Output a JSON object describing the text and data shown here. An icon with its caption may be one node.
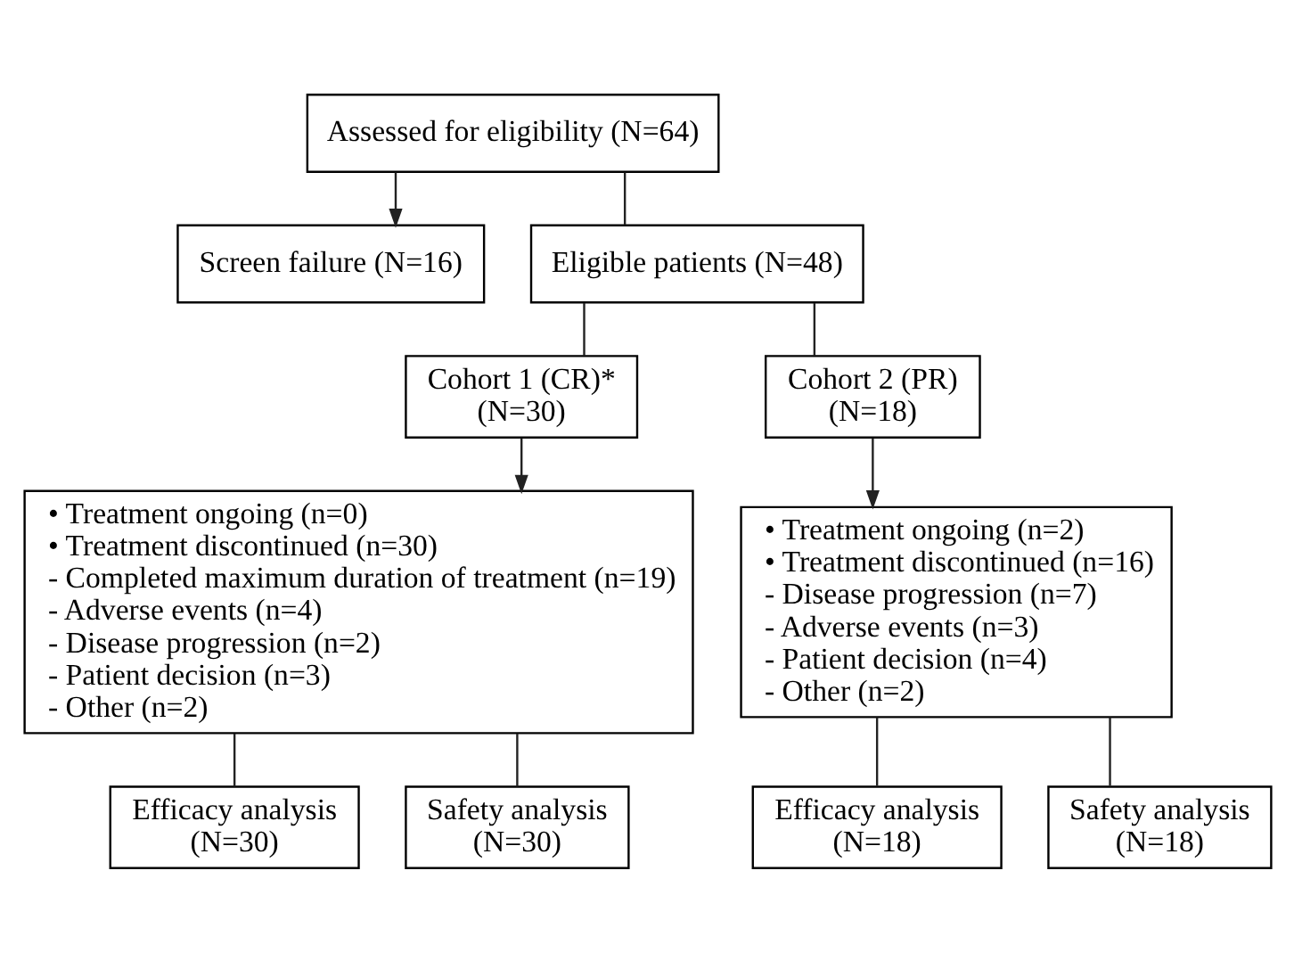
{
  "diagram": {
    "nodes": [
      {
        "text": [
          "Assessed for eligibility (N=64)"
        ]
      },
      {
        "text": [
          "Screen failure (N=16)"
        ]
      },
      {
        "text": [
          "Eligible patients (N=48)"
        ]
      },
      {
        "text": [
          "Cohort 1 (CR)*",
          "(N=30)"
        ]
      },
      {
        "text": [
          "Cohort 2 (PR)",
          "(N=18)"
        ]
      },
      {
        "text": [
          "• Treatment ongoing (n=0)",
          "• Treatment discontinued (n=30)",
          "- Completed maximum duration of treatment (n=19)",
          "- Adverse events (n=4)",
          "- Disease progression (n=2)",
          "- Patient decision (n=3)",
          "- Other (n=2)"
        ]
      },
      {
        "text": [
          "• Treatment ongoing (n=2)",
          "• Treatment discontinued (n=16)",
          "- Disease progression (n=7)",
          "- Adverse events (n=3)",
          "- Patient decision (n=4)",
          "- Other (n=2)"
        ]
      },
      {
        "text": [
          "Efficacy analysis",
          "(N=30)"
        ]
      },
      {
        "text": [
          "Safety analysis",
          "(N=30)"
        ]
      },
      {
        "text": [
          "Efficacy analysis",
          "(N=18)"
        ]
      },
      {
        "text": [
          "Safety analysis",
          "(N=18)"
        ]
      }
    ],
    "edges": [
      {
        "from": 0,
        "to": 1,
        "arrow": "to"
      },
      {
        "from": 0,
        "to": 2,
        "arrow": "none"
      },
      {
        "from": 2,
        "to": 3,
        "arrow": "none"
      },
      {
        "from": 2,
        "to": 4,
        "arrow": "none"
      },
      {
        "from": 3,
        "to": 5,
        "arrow": "to"
      },
      {
        "from": 4,
        "to": 6,
        "arrow": "to"
      },
      {
        "from": 5,
        "to": 7,
        "arrow": "none"
      },
      {
        "from": 5,
        "to": 8,
        "arrow": "none"
      },
      {
        "from": 6,
        "to": 9,
        "arrow": "none"
      },
      {
        "from": 6,
        "to": 10,
        "arrow": "none"
      }
    ]
  }
}
